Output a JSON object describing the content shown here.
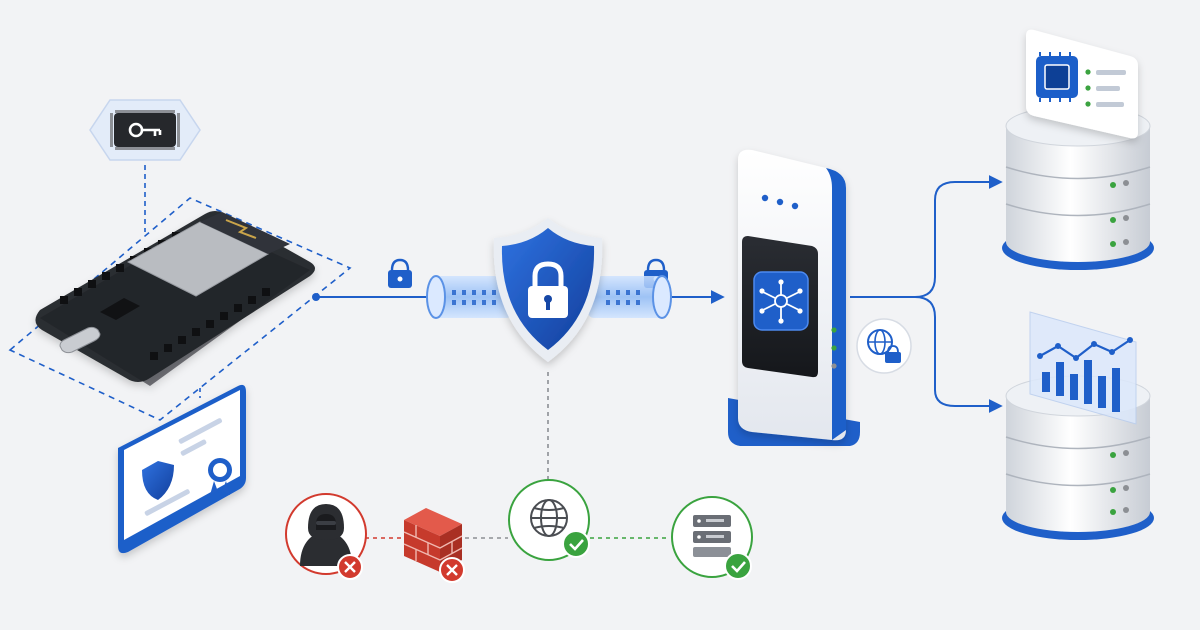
{
  "diagram": {
    "nodes": [
      {
        "id": "secure-element-chip",
        "icon": "key-chip-icon"
      },
      {
        "id": "microcontroller-board",
        "icon": "dev-board-icon"
      },
      {
        "id": "device-certificate",
        "icon": "certificate-icon"
      },
      {
        "id": "tls-tunnel",
        "icon": "lock-shield-icon"
      },
      {
        "id": "iot-gateway",
        "icon": "network-hub-icon"
      },
      {
        "id": "device-database",
        "icon": "chip-record-icon"
      },
      {
        "id": "analytics-database",
        "icon": "bar-line-chart-icon"
      },
      {
        "id": "attacker",
        "icon": "hooded-hacker-icon",
        "status": "blocked"
      },
      {
        "id": "firewall",
        "icon": "brick-wall-icon",
        "status": "blocked"
      },
      {
        "id": "internet",
        "icon": "globe-icon",
        "status": "allowed"
      },
      {
        "id": "trusted-server",
        "icon": "server-rack-icon",
        "status": "allowed"
      }
    ],
    "colors": {
      "accent": "#1f5fc9",
      "accent_dark": "#1747a6",
      "allowed": "#3aa33f",
      "blocked": "#d23a2e",
      "connector": "#8c8f94",
      "background": "#f2f3f5",
      "board": "#2b2d31"
    }
  }
}
